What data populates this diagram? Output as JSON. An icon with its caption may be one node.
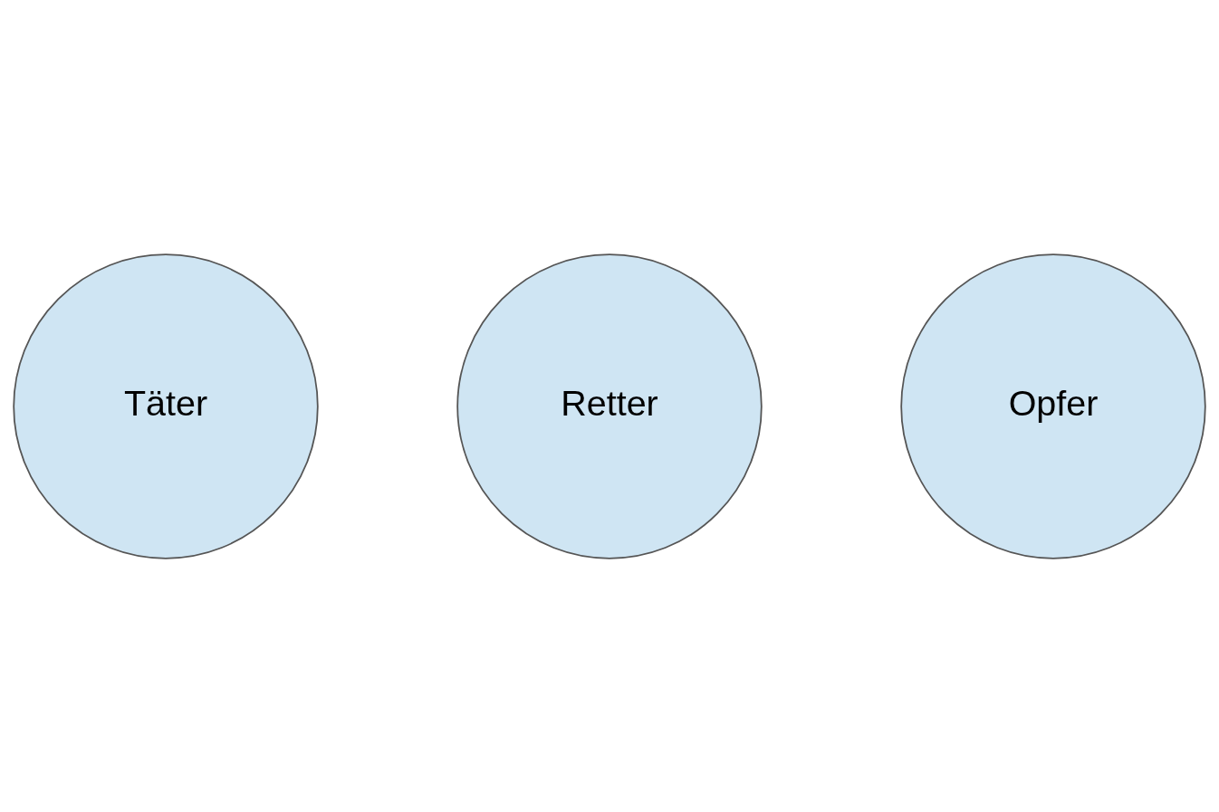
{
  "diagram": {
    "nodes": [
      {
        "text": [
          "Täter"
        ]
      },
      {
        "text": [
          "Retter"
        ]
      },
      {
        "text": [
          "Opfer"
        ]
      }
    ]
  }
}
